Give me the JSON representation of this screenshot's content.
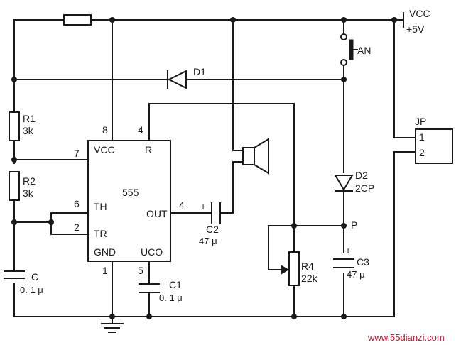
{
  "supply": {
    "name": "VCC",
    "voltage": "+5V"
  },
  "switch": {
    "label": "AN"
  },
  "d1": {
    "ref": "D1"
  },
  "d2": {
    "ref": "D2",
    "part": "2CP"
  },
  "r1": {
    "ref": "R1",
    "value": "3k"
  },
  "r2": {
    "ref": "R2",
    "value": "3k"
  },
  "r4": {
    "ref": "R4",
    "value": "22k"
  },
  "c": {
    "ref": "C",
    "value": "0. 1 μ"
  },
  "c1": {
    "ref": "C1",
    "value": "0. 1 μ"
  },
  "c2": {
    "ref": "C2",
    "value": "47 μ",
    "polarity": "+"
  },
  "c3": {
    "ref": "C3",
    "value": "47 μ",
    "polarity": "+"
  },
  "ic": {
    "name": "555",
    "pins": {
      "vcc": "VCC",
      "r": "R",
      "th": "TH",
      "tr": "TR",
      "gnd": "GND",
      "out": "OUT",
      "uco": "UCO"
    },
    "pin_numbers": {
      "vcc": "8",
      "r": "4",
      "disch": "7",
      "th": "6",
      "tr": "2",
      "gnd": "1",
      "out": "4",
      "uco": "5"
    }
  },
  "jp": {
    "ref": "JP",
    "pin1": "1",
    "pin2": "2"
  },
  "node_p": "P",
  "watermark": "www.55dianzi.com"
}
